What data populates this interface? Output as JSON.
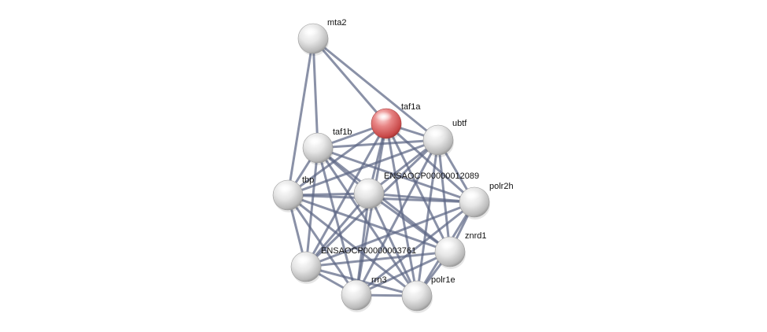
{
  "network": {
    "query_node": "taf1a",
    "colors": {
      "query_node": "#d95c5c",
      "node": "#d0d0d0",
      "edge": "#5d6785"
    },
    "nodes": [
      {
        "id": "mta2",
        "label": "mta2",
        "kind": "neighbor"
      },
      {
        "id": "taf1a",
        "label": "taf1a",
        "kind": "query"
      },
      {
        "id": "ubtf",
        "label": "ubtf",
        "kind": "neighbor"
      },
      {
        "id": "taf1b",
        "label": "taf1b",
        "kind": "neighbor"
      },
      {
        "id": "tbp",
        "label": "tbp",
        "kind": "neighbor"
      },
      {
        "id": "ensaocp12089",
        "label": "ENSAOCP00000012089",
        "kind": "neighbor"
      },
      {
        "id": "polr2h",
        "label": "polr2h",
        "kind": "neighbor"
      },
      {
        "id": "znrd1",
        "label": "znrd1",
        "kind": "neighbor"
      },
      {
        "id": "ensaocp3761",
        "label": "ENSAOCP00000003761",
        "kind": "neighbor"
      },
      {
        "id": "rrn3",
        "label": "rrn3",
        "kind": "neighbor"
      },
      {
        "id": "polr1e",
        "label": "polr1e",
        "kind": "neighbor"
      }
    ],
    "edges": [
      [
        "mta2",
        "taf1a"
      ],
      [
        "mta2",
        "ubtf"
      ],
      [
        "mta2",
        "taf1b"
      ],
      [
        "mta2",
        "tbp"
      ],
      [
        "taf1a",
        "ubtf"
      ],
      [
        "taf1a",
        "taf1b"
      ],
      [
        "taf1a",
        "tbp"
      ],
      [
        "taf1a",
        "ensaocp12089"
      ],
      [
        "taf1a",
        "polr2h"
      ],
      [
        "taf1a",
        "znrd1"
      ],
      [
        "taf1a",
        "ensaocp3761"
      ],
      [
        "taf1a",
        "rrn3"
      ],
      [
        "taf1a",
        "polr1e"
      ],
      [
        "ubtf",
        "taf1b"
      ],
      [
        "ubtf",
        "tbp"
      ],
      [
        "ubtf",
        "ensaocp12089"
      ],
      [
        "ubtf",
        "polr2h"
      ],
      [
        "ubtf",
        "znrd1"
      ],
      [
        "ubtf",
        "ensaocp3761"
      ],
      [
        "ubtf",
        "rrn3"
      ],
      [
        "ubtf",
        "polr1e"
      ],
      [
        "taf1b",
        "tbp"
      ],
      [
        "taf1b",
        "ensaocp12089"
      ],
      [
        "taf1b",
        "polr2h"
      ],
      [
        "taf1b",
        "znrd1"
      ],
      [
        "taf1b",
        "ensaocp3761"
      ],
      [
        "taf1b",
        "rrn3"
      ],
      [
        "taf1b",
        "polr1e"
      ],
      [
        "tbp",
        "ensaocp12089"
      ],
      [
        "tbp",
        "polr2h"
      ],
      [
        "tbp",
        "znrd1"
      ],
      [
        "tbp",
        "ensaocp3761"
      ],
      [
        "tbp",
        "rrn3"
      ],
      [
        "tbp",
        "polr1e"
      ],
      [
        "ensaocp12089",
        "polr2h"
      ],
      [
        "ensaocp12089",
        "znrd1"
      ],
      [
        "ensaocp12089",
        "ensaocp3761"
      ],
      [
        "ensaocp12089",
        "rrn3"
      ],
      [
        "ensaocp12089",
        "polr1e"
      ],
      [
        "polr2h",
        "znrd1"
      ],
      [
        "polr2h",
        "ensaocp3761"
      ],
      [
        "polr2h",
        "rrn3"
      ],
      [
        "polr2h",
        "polr1e"
      ],
      [
        "znrd1",
        "ensaocp3761"
      ],
      [
        "znrd1",
        "rrn3"
      ],
      [
        "znrd1",
        "polr1e"
      ],
      [
        "ensaocp3761",
        "rrn3"
      ],
      [
        "ensaocp3761",
        "polr1e"
      ],
      [
        "rrn3",
        "polr1e"
      ]
    ]
  }
}
